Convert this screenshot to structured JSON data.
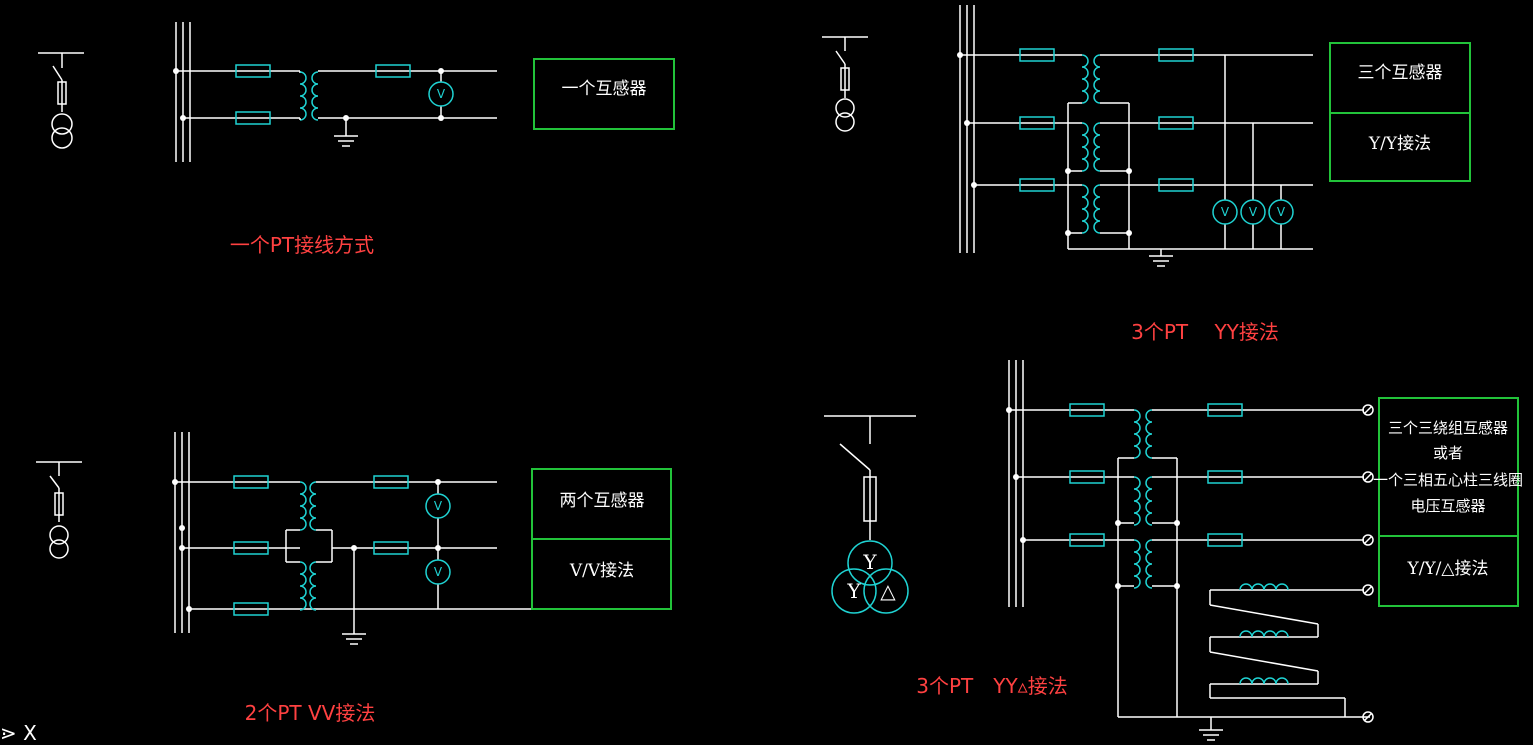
{
  "diagrams": {
    "d1": {
      "caption": "一个PT接线方式",
      "box_label": "一个互感器"
    },
    "d2": {
      "caption": "2个PT VV接法",
      "box_label1": "两个互感器",
      "box_label2": "V/V接法"
    },
    "d3": {
      "caption": "3个PT　 YY接法",
      "box_label1": "三个互感器",
      "box_label2": "Y/Y接法"
    },
    "d4": {
      "caption": "3个PT　YY▵接法",
      "box_lines": [
        "三个三绕组互感器",
        "或者",
        "一个三相五心柱三线圈",
        "电压互感器"
      ],
      "box_label2": "Y/Y/△接法",
      "transformer_letters": [
        "Y",
        "Y",
        "△"
      ]
    }
  },
  "meter_symbol": "V",
  "ucs_icon": "⋗ X",
  "colors": {
    "background": "#000000",
    "lines": "#ffffff",
    "coils": "#1fd2d2",
    "boxes": "#22c33a",
    "captions": "#ff4141"
  }
}
